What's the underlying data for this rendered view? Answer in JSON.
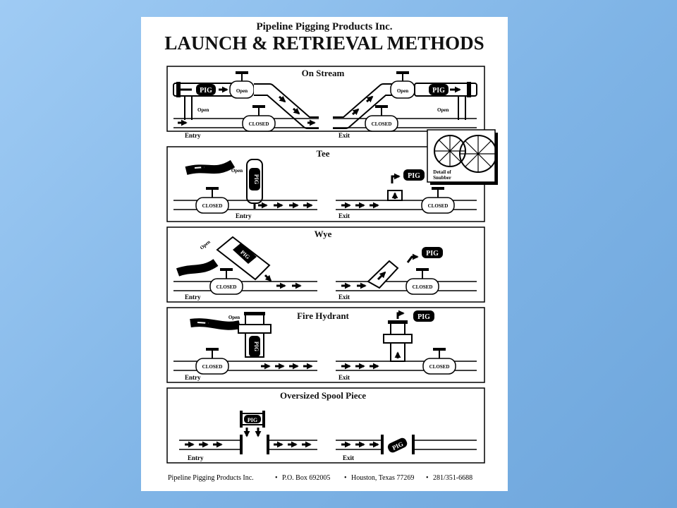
{
  "company": "Pipeline Pigging Products Inc.",
  "title": "LAUNCH & RETRIEVAL METHODS",
  "labels": {
    "pig": "PIG",
    "open": "Open",
    "closed": "CLOSED",
    "entry": "Entry",
    "exit": "Exit",
    "detail_line1": "Detail of",
    "detail_line2": "Snubber"
  },
  "panels": [
    {
      "name": "On Stream"
    },
    {
      "name": "Tee"
    },
    {
      "name": "Wye"
    },
    {
      "name": "Fire Hydrant"
    },
    {
      "name": "Oversized Spool Piece"
    }
  ],
  "footer": {
    "company": "Pipeline Pigging Products Inc.",
    "box": "P.O. Box 692005",
    "city": "Houston, Texas 77269",
    "phone": "281/351-6688"
  }
}
